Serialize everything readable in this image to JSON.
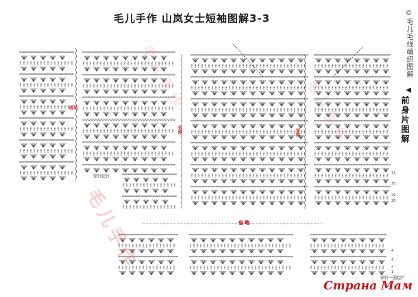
{
  "header": {
    "title": "毛儿手作 山岚女士短袖图解3-3",
    "brand": "©毛儿毛线编织图解"
  },
  "side": {
    "marker": "◀",
    "label": "前身片图解"
  },
  "annotations": {
    "omit": "省略",
    "omit_wide": "省略",
    "start_chain": "锁针起针",
    "start_chain_bottom": "锁针一圈起针"
  },
  "row_numbers": [
    "31",
    "30",
    "29",
    "28",
    "4",
    "3",
    "2",
    "1"
  ],
  "watermarks": {
    "cn": "毛儿手作",
    "site": "Страна Мам"
  },
  "colors": {
    "ink": "#2b2b2b",
    "omit_red": "#c00000",
    "watermark_red": "#e05050"
  }
}
